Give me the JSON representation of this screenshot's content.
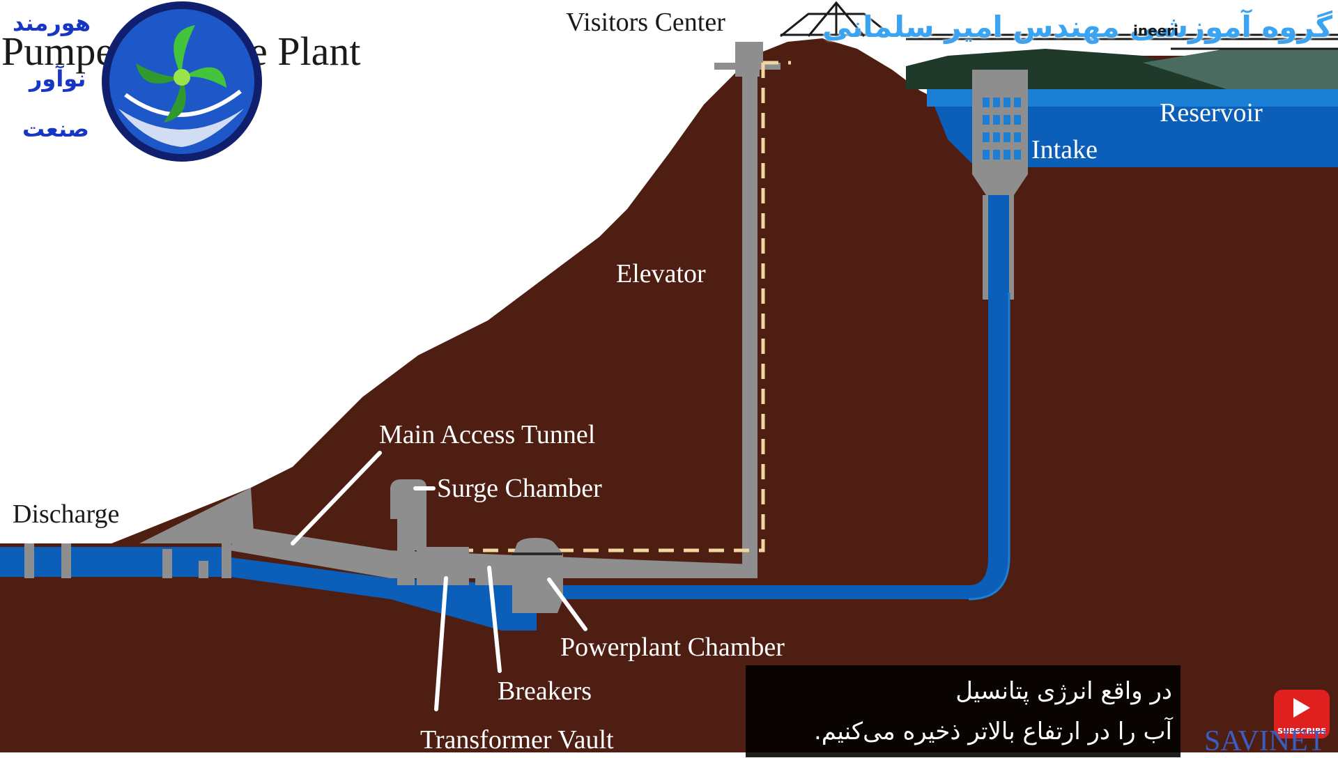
{
  "title": "Pumped Storage Plant",
  "watermark": "گروه آموزشی مهندس امیر سلمانی",
  "watermark_partial": "ineeri",
  "logo": {
    "line1": "هورمند",
    "line2": "نوآور",
    "line3": "صنعت"
  },
  "labels": {
    "visitors_center": "Visitors Center",
    "reservoir": "Reservoir",
    "intake": "Intake",
    "elevator": "Elevator",
    "main_access_tunnel": "Main Access Tunnel",
    "surge_chamber": "Surge Chamber",
    "discharge": "Discharge",
    "powerplant_chamber": "Powerplant Chamber",
    "breakers": "Breakers",
    "transformer_vault": "Transformer Vault"
  },
  "subtitles": {
    "line1": "در واقع انرژی پتانسیل",
    "line2": "آب را در ارتفاع بالاتر ذخیره می‌کنیم."
  },
  "youtube": {
    "label": "SUBSCRIBE"
  },
  "brand": "SAVINET",
  "colors": {
    "earth": "#4f1e12",
    "water": "#0b5fb8",
    "water_light": "#1b7fd6",
    "concrete": "#8e8e8e",
    "dashed_path": "#f0d6a0",
    "sky": "#ffffff"
  }
}
